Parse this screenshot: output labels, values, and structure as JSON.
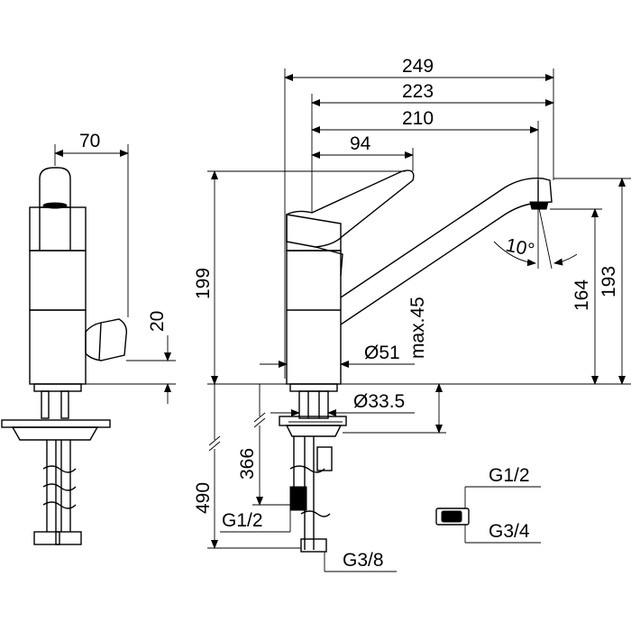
{
  "colors": {
    "ink": "#000000",
    "paper": "#ffffff"
  },
  "dimensions": {
    "width_side": "70",
    "width_overall": "249",
    "reach_223": "223",
    "reach_210": "210",
    "lever_94": "94",
    "height_199": "199",
    "height_164": "164",
    "height_193": "193",
    "lever_clearance_20": "20",
    "body_diameter": "Ø51",
    "hole_diameter": "Ø33.5",
    "max_deck": "max.45",
    "hose_366": "366",
    "hose_490": "490",
    "thread_g12_left": "G1/2",
    "thread_g38": "G3/8",
    "thread_g12_right": "G1/2",
    "thread_g34": "G3/4",
    "angle": "10°"
  }
}
